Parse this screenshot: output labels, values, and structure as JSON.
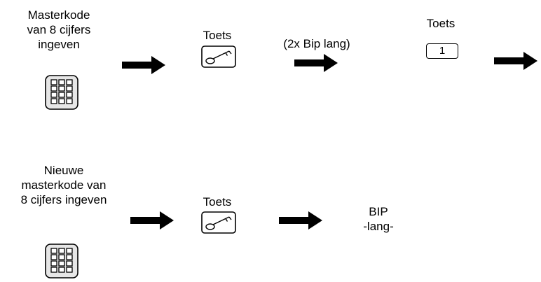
{
  "row1": {
    "step1_text": "Masterkode\nvan 8 cijfers\ningeven",
    "step2_label": "Toets",
    "step3_text": "(2x Bip lang)",
    "step4_label": "Toets",
    "step4_key": "1"
  },
  "row2": {
    "step1_text": "Nieuwe\nmasterkode van\n8 cijfers ingeven",
    "step2_label": "Toets",
    "step3_text": "BIP\n-lang-"
  },
  "icons": {
    "keypad": "keypad-icon",
    "key": "key-icon",
    "arrow": "right-arrow-icon"
  }
}
